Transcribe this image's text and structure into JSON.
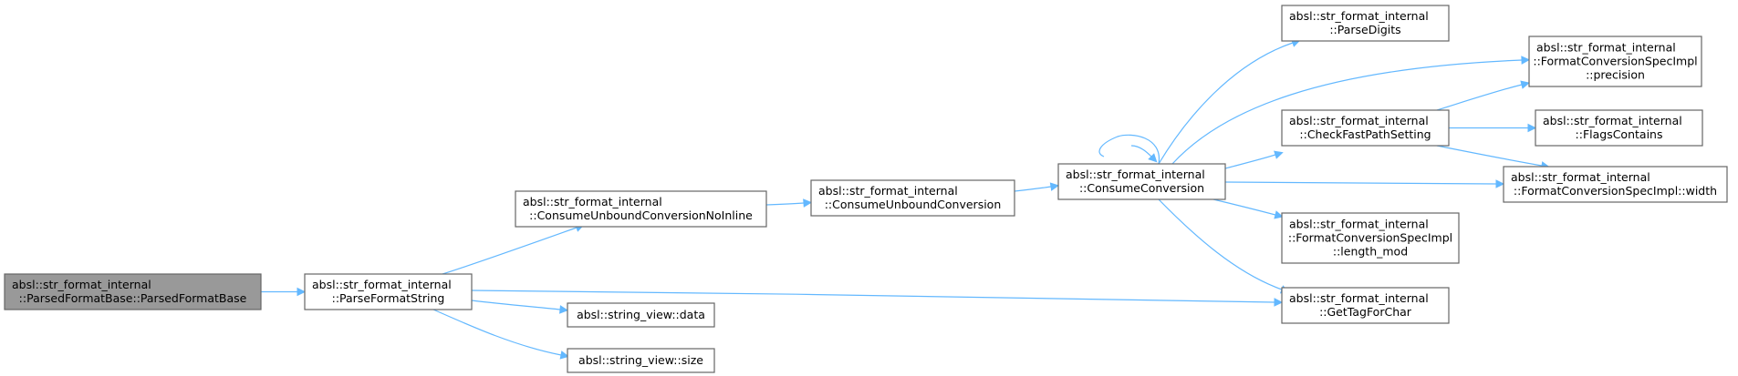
{
  "graph": {
    "nodes": {
      "parsed_format_base": {
        "line1": "absl::str_format_internal",
        "line2": "::ParsedFormatBase::ParsedFormatBase",
        "line3": ""
      },
      "parse_format_string": {
        "line1": "absl::str_format_internal",
        "line2": "::ParseFormatString",
        "line3": ""
      },
      "consume_unbound_noinline": {
        "line1": "absl::str_format_internal",
        "line2": "::ConsumeUnboundConversionNoInline",
        "line3": ""
      },
      "string_view_data": {
        "line1": "absl::string_view::data",
        "line2": "",
        "line3": ""
      },
      "string_view_size": {
        "line1": "absl::string_view::size",
        "line2": "",
        "line3": ""
      },
      "consume_unbound": {
        "line1": "absl::str_format_internal",
        "line2": "::ConsumeUnboundConversion",
        "line3": ""
      },
      "consume_conversion": {
        "line1": "absl::str_format_internal",
        "line2": "::ConsumeConversion",
        "line3": ""
      },
      "parse_digits": {
        "line1": "absl::str_format_internal",
        "line2": "::ParseDigits",
        "line3": ""
      },
      "check_fast_path": {
        "line1": "absl::str_format_internal",
        "line2": "::CheckFastPathSetting",
        "line3": ""
      },
      "length_mod": {
        "line1": "absl::str_format_internal",
        "line2": "::FormatConversionSpecImpl",
        "line3": "::length_mod"
      },
      "get_tag_for_char": {
        "line1": "absl::str_format_internal",
        "line2": "::GetTagForChar",
        "line3": ""
      },
      "precision": {
        "line1": "absl::str_format_internal",
        "line2": "::FormatConversionSpecImpl",
        "line3": "::precision"
      },
      "flags_contains": {
        "line1": "absl::str_format_internal",
        "line2": "::FlagsContains",
        "line3": ""
      },
      "width": {
        "line1": "absl::str_format_internal",
        "line2": "::FormatConversionSpecImpl::width",
        "line3": ""
      }
    },
    "edges": [
      {
        "from": "parsed_format_base",
        "to": "parse_format_string"
      },
      {
        "from": "parse_format_string",
        "to": "consume_unbound_noinline"
      },
      {
        "from": "parse_format_string",
        "to": "string_view_data"
      },
      {
        "from": "parse_format_string",
        "to": "string_view_size"
      },
      {
        "from": "parse_format_string",
        "to": "get_tag_for_char"
      },
      {
        "from": "consume_unbound_noinline",
        "to": "consume_unbound"
      },
      {
        "from": "consume_unbound",
        "to": "consume_conversion"
      },
      {
        "from": "consume_conversion",
        "to": "consume_conversion"
      },
      {
        "from": "consume_conversion",
        "to": "parse_digits"
      },
      {
        "from": "consume_conversion",
        "to": "precision"
      },
      {
        "from": "consume_conversion",
        "to": "check_fast_path"
      },
      {
        "from": "consume_conversion",
        "to": "width"
      },
      {
        "from": "consume_conversion",
        "to": "length_mod"
      },
      {
        "from": "consume_conversion",
        "to": "get_tag_for_char"
      },
      {
        "from": "check_fast_path",
        "to": "precision"
      },
      {
        "from": "check_fast_path",
        "to": "flags_contains"
      },
      {
        "from": "check_fast_path",
        "to": "width"
      }
    ],
    "colors": {
      "edge": "#63b8ff",
      "root_fill": "#999999",
      "border": "#666666"
    }
  }
}
